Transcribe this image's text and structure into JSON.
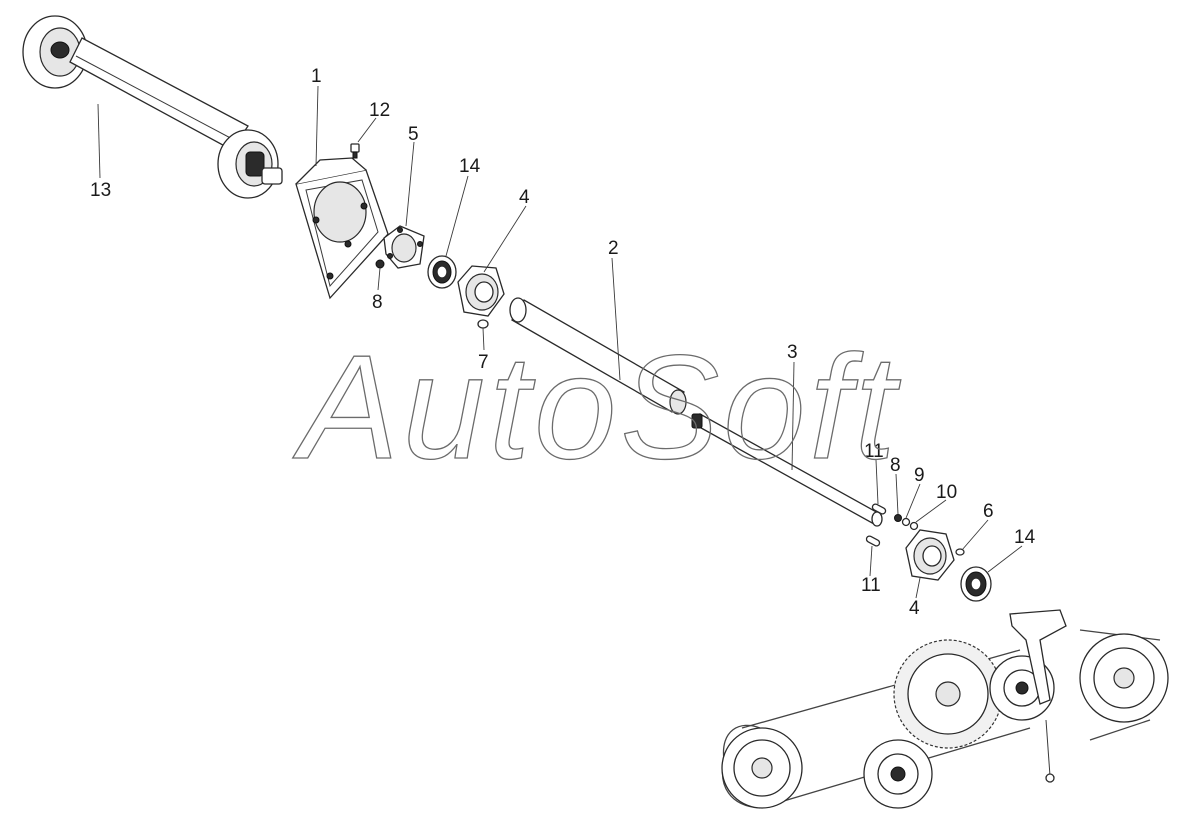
{
  "diagram": {
    "callouts": [
      {
        "id": "c1",
        "label": "1"
      },
      {
        "id": "c2",
        "label": "2"
      },
      {
        "id": "c3",
        "label": "3"
      },
      {
        "id": "c4a",
        "label": "4"
      },
      {
        "id": "c4b",
        "label": "4"
      },
      {
        "id": "c5",
        "label": "5"
      },
      {
        "id": "c6",
        "label": "6"
      },
      {
        "id": "c7",
        "label": "7"
      },
      {
        "id": "c8a",
        "label": "8"
      },
      {
        "id": "c8b",
        "label": "8"
      },
      {
        "id": "c9",
        "label": "9"
      },
      {
        "id": "c10",
        "label": "10"
      },
      {
        "id": "c11a",
        "label": "11"
      },
      {
        "id": "c11b",
        "label": "11"
      },
      {
        "id": "c12",
        "label": "12"
      },
      {
        "id": "c13",
        "label": "13"
      },
      {
        "id": "c14a",
        "label": "14"
      },
      {
        "id": "c14b",
        "label": "14"
      }
    ]
  },
  "watermark": {
    "text": "AutoSoft"
  },
  "colors": {
    "line": "#2a2a2a",
    "watermark": "#6b6b6b",
    "background": "#ffffff"
  }
}
